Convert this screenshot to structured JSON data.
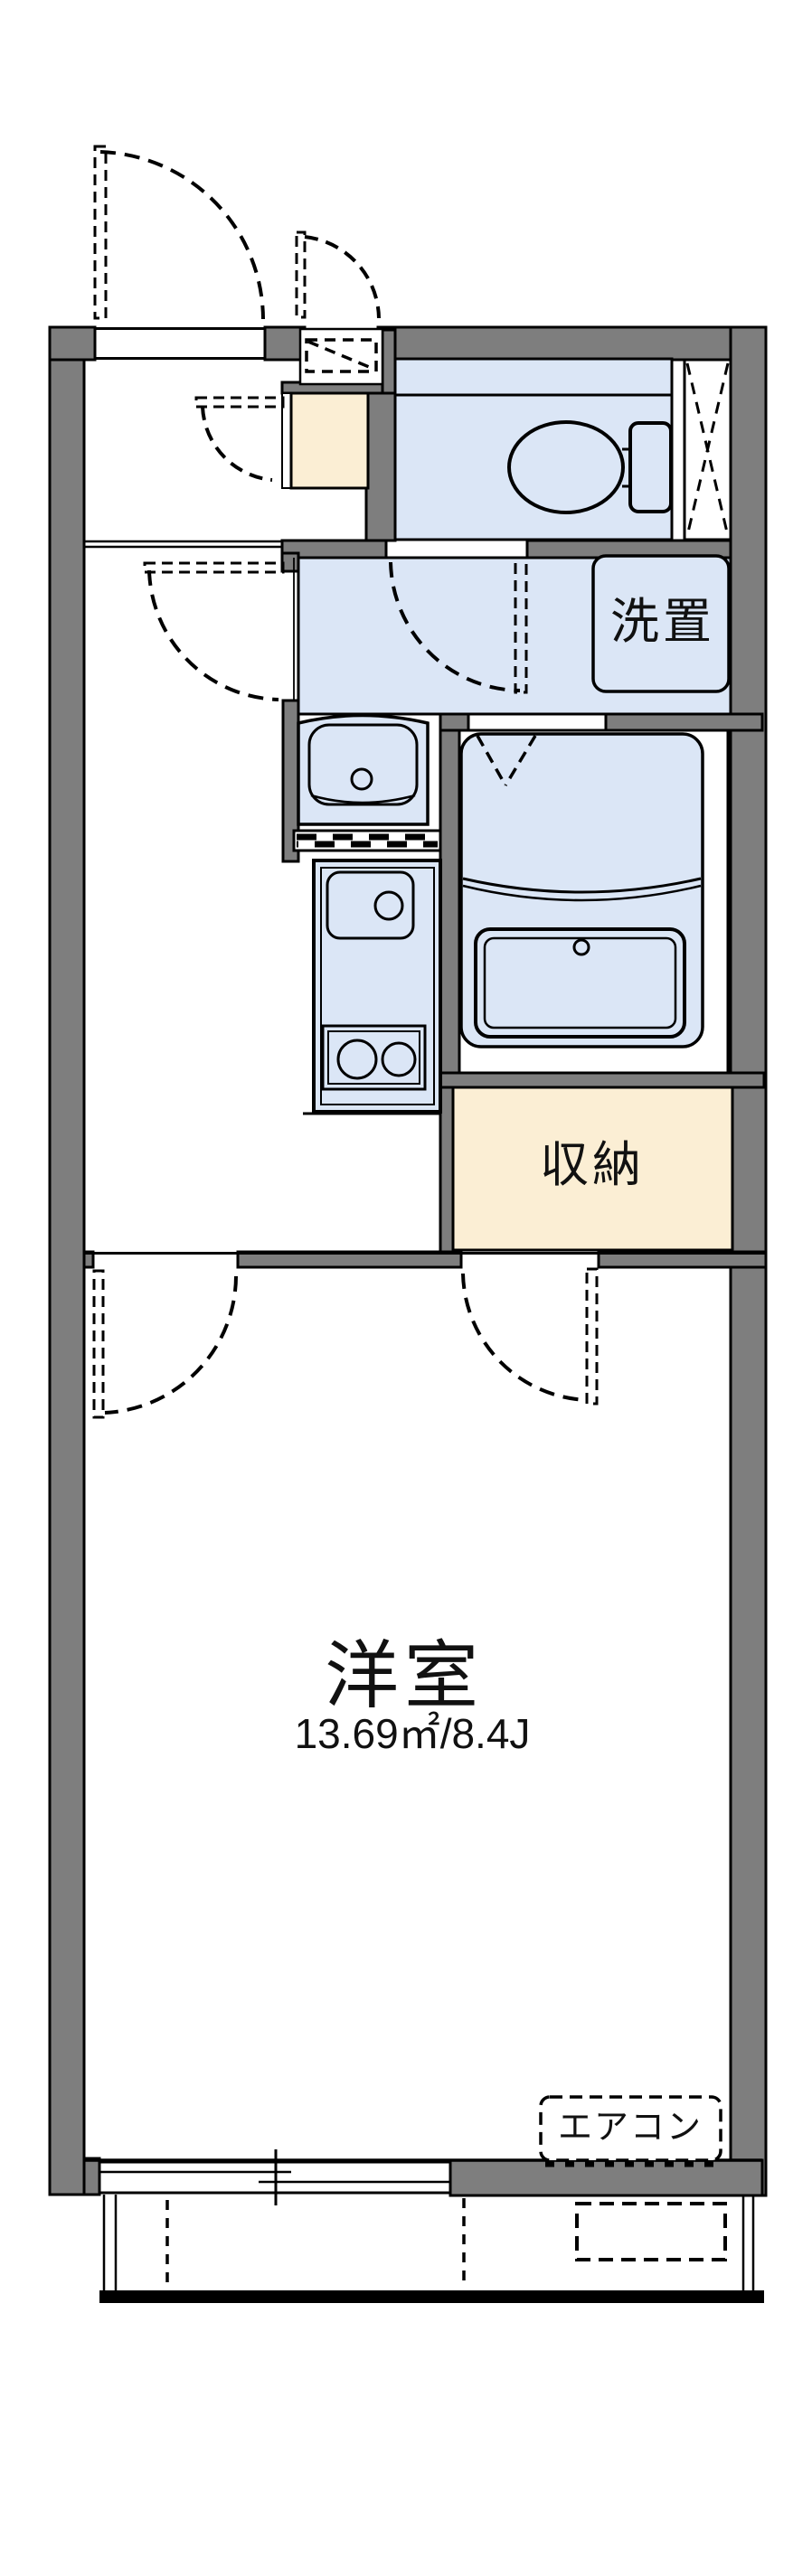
{
  "labels": {
    "western_room": "洋室",
    "western_room_area": "13.69㎡/8.4J",
    "storage": "収納",
    "washer": "洗置",
    "aircon": "エアコン"
  },
  "colors": {
    "wall": "#7e7e7e",
    "room_blue": "#dbe6f6",
    "beige": "#fbeed4",
    "line": "#000000"
  }
}
